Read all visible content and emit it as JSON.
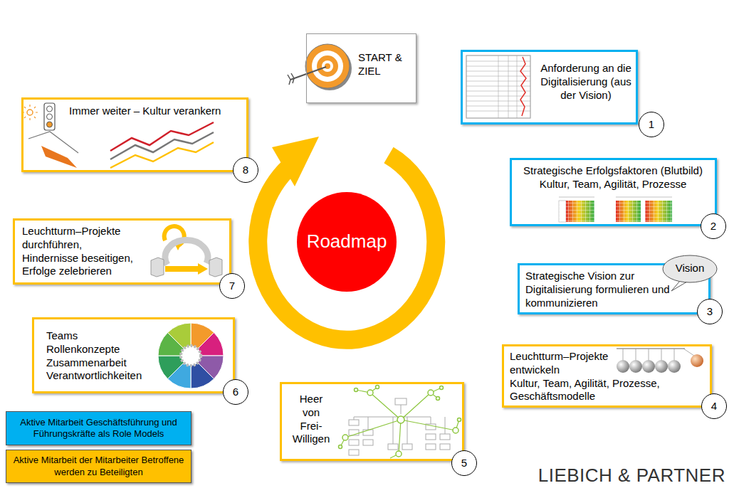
{
  "diagram": {
    "nodes": [
      {
        "text": [
          "START & ZIEL"
        ]
      },
      {
        "text": [
          "Anforderung an die Digitalisierung (aus der Vision)"
        ]
      },
      {
        "text": [
          "1"
        ]
      },
      {
        "text": [
          "Strategische Erfolgsfaktoren (Blutbild) Kultur, Team, Agilität, Prozesse"
        ]
      },
      {
        "text": [
          "2"
        ]
      },
      {
        "text": [
          "Strategische Vision zur Digitalisierung formulieren und kommunizieren"
        ]
      },
      {
        "text": [
          "Vision"
        ]
      },
      {
        "text": [
          "3"
        ]
      },
      {
        "text": [
          "Leuchtturm–Projekte entwickeln",
          "Kultur, Team, Agilität, Prozesse, Geschäftsmodelle"
        ]
      },
      {
        "text": [
          "4"
        ]
      },
      {
        "text": [
          "Heer von Frei-Willigen"
        ]
      },
      {
        "text": [
          "5"
        ]
      },
      {
        "text": [
          "Teams",
          "Rollenkonzepte",
          "Zusammenarbeit",
          "Verantwortlichkeiten"
        ]
      },
      {
        "text": [
          "6"
        ]
      },
      {
        "text": [
          "Leuchtturm–Projekte durchführen,",
          "Hindernisse beseitigen,",
          "Erfolge zelebrieren"
        ]
      },
      {
        "text": [
          "7"
        ]
      },
      {
        "text": [
          "Immer weiter – Kultur verankern"
        ]
      },
      {
        "text": [
          "8"
        ]
      },
      {
        "text": [
          "Roadmap"
        ]
      }
    ],
    "labels": [
      "LIEBICH & PARTNER"
    ],
    "legend": [
      {
        "text": "Aktive Mitarbeit Geschäftsführung und Führungskräfte als Role Models",
        "color": "#00B0F0"
      },
      {
        "text": "Aktive Mitarbeit der Mitarbeiter Betroffene werden zu Beteiligten",
        "color": "#FFC000"
      }
    ]
  }
}
